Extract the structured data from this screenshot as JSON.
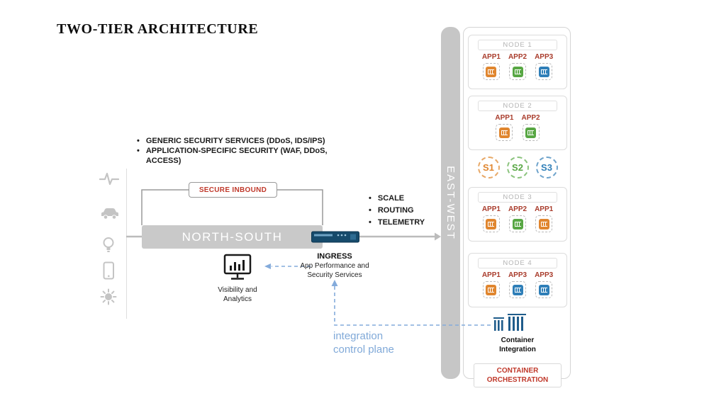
{
  "title": "TWO-TIER ARCHITECTURE",
  "security_bullets": [
    "GENERIC SECURITY SERVICES (DDoS, IDS/IPS)",
    "APPLICATION-SPECIFIC SECURITY (WAF, DDoS, ACCESS)"
  ],
  "secure_inbound": "SECURE INBOUND",
  "north_south": "NORTH-SOUTH",
  "east_west": "EAST-WEST",
  "capability_bullets": [
    "SCALE",
    "ROUTING",
    "TELEMETRY"
  ],
  "ingress": {
    "title": "INGRESS",
    "subtitle": "App Performance and Security Services"
  },
  "visibility_label": "Visibility and Analytics",
  "integration_note": "integration control plane",
  "cluster": {
    "nodes": [
      {
        "name": "NODE 1",
        "apps": [
          {
            "label": "APP1",
            "color": "orange"
          },
          {
            "label": "APP2",
            "color": "green"
          },
          {
            "label": "APP3",
            "color": "blue"
          }
        ]
      },
      {
        "name": "NODE 2",
        "apps": [
          {
            "label": "APP1",
            "color": "orange"
          },
          {
            "label": "APP2",
            "color": "green"
          }
        ]
      },
      {
        "name": "NODE 3",
        "apps": [
          {
            "label": "APP1",
            "color": "orange"
          },
          {
            "label": "APP2",
            "color": "green"
          },
          {
            "label": "APP1",
            "color": "orange"
          }
        ]
      },
      {
        "name": "NODE 4",
        "apps": [
          {
            "label": "APP1",
            "color": "orange"
          },
          {
            "label": "APP3",
            "color": "blue"
          },
          {
            "label": "APP3",
            "color": "blue"
          }
        ]
      }
    ],
    "services": [
      {
        "label": "S1",
        "color": "orange"
      },
      {
        "label": "S2",
        "color": "green"
      },
      {
        "label": "S3",
        "color": "blue"
      }
    ],
    "container_integration": "Container Integration",
    "container_orchestration": "CONTAINER ORCHESTRATION"
  },
  "colors": {
    "orange": "#E0862F",
    "green": "#58A744",
    "blue": "#2F7FB8",
    "app_label_red": "#A93C2C",
    "status_red": "#C0392B",
    "dashed_blue": "#84ABDB",
    "bar_gray": "#C9C9C9"
  },
  "bullet_char": "•"
}
